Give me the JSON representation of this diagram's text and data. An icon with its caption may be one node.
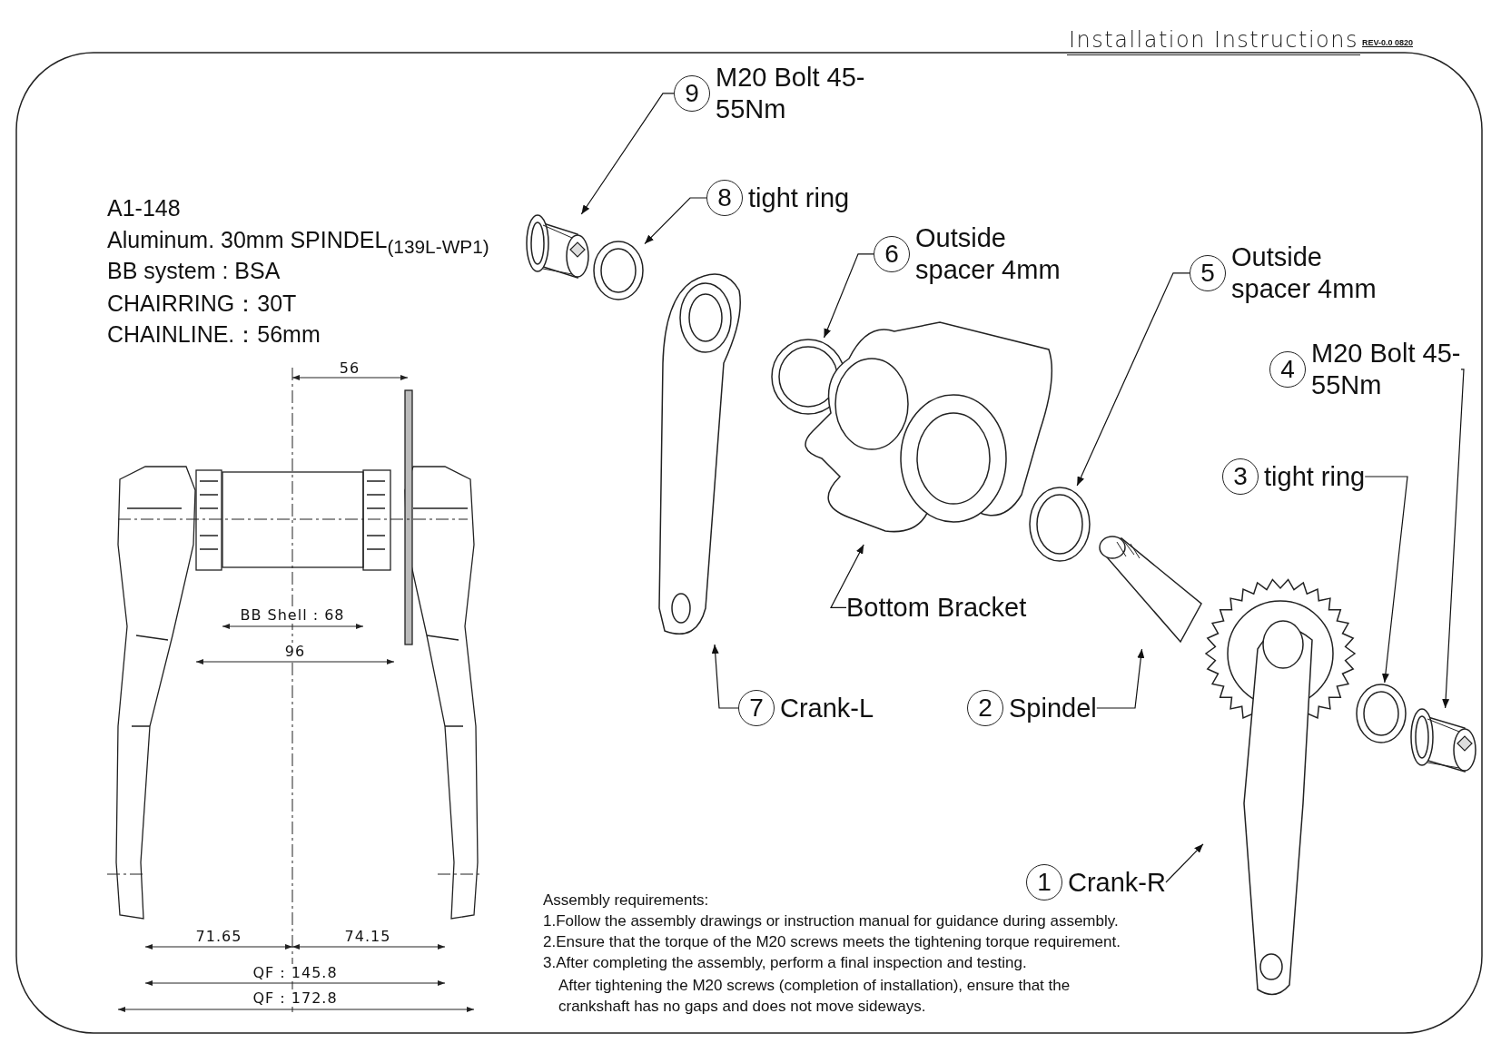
{
  "diagram": {
    "title": "Installation Instructions",
    "nodes": [
      {
        "text": [
          "9",
          "M20 Bolt 45-55Nm"
        ]
      },
      {
        "text": [
          "8",
          "tight ring"
        ]
      },
      {
        "text": [
          "6",
          "Outside spacer 4mm"
        ]
      },
      {
        "text": [
          "5",
          "Outside spacer 4mm"
        ]
      },
      {
        "text": [
          "4",
          "M20 Bolt 45-55Nm"
        ]
      },
      {
        "text": [
          "3",
          "tight ring"
        ]
      },
      {
        "text": [
          "Bottom Bracket"
        ]
      },
      {
        "text": [
          "7",
          "Crank-L"
        ]
      },
      {
        "text": [
          "2",
          "Spindel"
        ]
      },
      {
        "text": [
          "1",
          "Crank-R"
        ]
      },
      {
        "text": [],
        "shape": "picture"
      },
      {
        "text": [],
        "shape": "picture"
      },
      {
        "text": [],
        "shape": "picture"
      },
      {
        "text": [],
        "shape": "picture"
      },
      {
        "text": [],
        "shape": "picture"
      },
      {
        "text": [],
        "shape": "picture"
      },
      {
        "text": [],
        "shape": "picture"
      },
      {
        "text": [],
        "shape": "picture"
      },
      {
        "text": [],
        "shape": "picture"
      },
      {
        "text": [],
        "shape": "picture"
      }
    ],
    "edges": [
      {
        "from": 0,
        "to": 10,
        "arrow": "to"
      },
      {
        "from": 1,
        "to": 11,
        "arrow": "to"
      },
      {
        "from": 2,
        "to": 13,
        "arrow": "to"
      },
      {
        "from": 3,
        "to": 15,
        "arrow": "to"
      },
      {
        "from": 4,
        "to": 19,
        "arrow": "to"
      },
      {
        "from": 5,
        "to": 18,
        "arrow": "to"
      },
      {
        "from": 6,
        "to": 14,
        "arrow": "to"
      },
      {
        "from": 7,
        "to": 12,
        "arrow": "to"
      },
      {
        "from": 8,
        "to": 16,
        "arrow": "to"
      },
      {
        "from": 9,
        "to": 17,
        "arrow": "to"
      }
    ],
    "labels": [
      "REV-0.0 0820",
      "A1-148",
      "Aluminum. 30mm SPINDEL$_{(139L-WP1)}$",
      "BB system : BSA",
      "CHAIRRING：30T",
      "CHAINLINE.：56mm",
      "56",
      "BB Shell : 68",
      "96",
      "71.65",
      "74.15",
      "QF : 145.8",
      "QF : 172.8",
      "Assembly requirements:",
      "1.Follow the assembly drawings or instruction manual for guidance during assembly.",
      "2.Ensure that the torque of the M20 screws meets the tightening torque requirement.",
      "3.After completing the assembly, perform a final inspection and testing.",
      "After tightening the M20 screws (completion of installation), ensure that the crankshaft has no gaps and does not move sideways."
    ]
  }
}
